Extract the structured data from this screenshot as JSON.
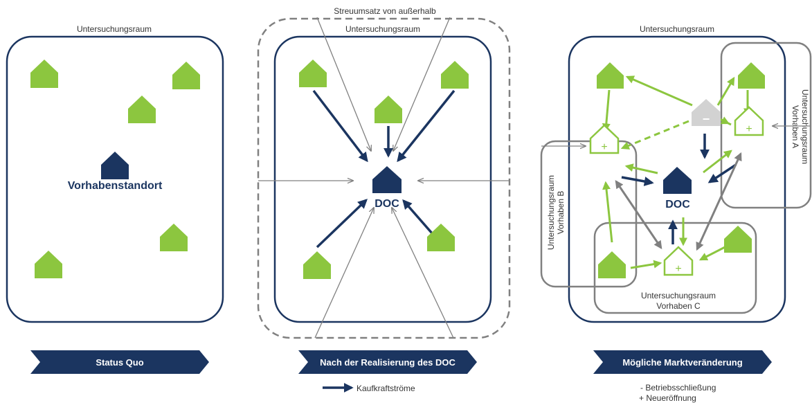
{
  "colors": {
    "navy": "#1b3560",
    "green": "#8cc63f",
    "gray": "#808080",
    "lightgray": "#cfcfcf"
  },
  "panel1": {
    "area_label": "Untersuchungsraum",
    "site_label": "Vorhabenstandort",
    "banner": "Status Quo"
  },
  "panel2": {
    "outside_label": "Streuumsatz von außerhalb",
    "area_label": "Untersuchungsraum",
    "center_label": "DOC",
    "banner": "Nach der Realisierung des DOC"
  },
  "panel3": {
    "area_label": "Untersuchungsraum",
    "center_label": "DOC",
    "area_a_line1": "Untersuchungsraum",
    "area_a_line2": "Vorhaben A",
    "area_b_line1": "Untersuchungsraum",
    "area_b_line2": "Vorhaben B",
    "area_c_line1": "Untersuchungsraum",
    "area_c_line2": "Vorhaben C",
    "banner": "Mögliche Marktveränderung",
    "plus_symbol": "+",
    "minus_symbol": "−"
  },
  "legend": {
    "flows": "Kaufkraftströme",
    "closure": "-  Betriebsschließung",
    "opening": "+ Neueröffnung"
  }
}
